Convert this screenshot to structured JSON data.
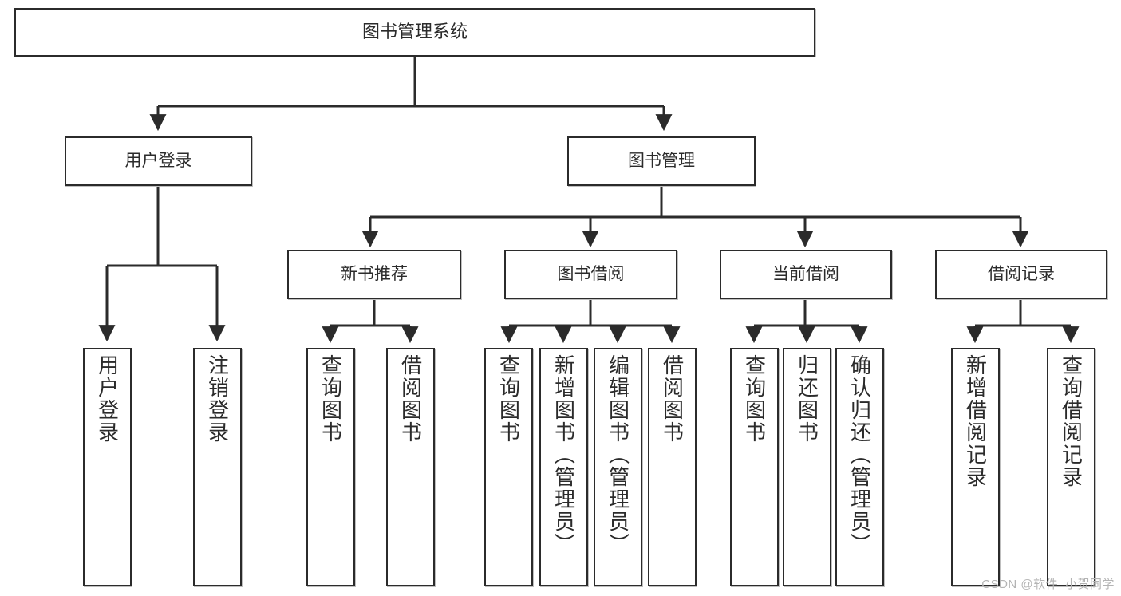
{
  "diagram": {
    "title": "图书管理系统",
    "type": "tree",
    "style": {
      "background": "#ffffff",
      "node_border": "#2b2b2b",
      "node_fill": "#ffffff",
      "connector": "#2b2b2b",
      "text": "#2b2b2b",
      "watermark": "#b4b4b4"
    },
    "root": {
      "id": "root",
      "label": "图书管理系统",
      "orientation": "horizontal"
    },
    "level1": [
      {
        "id": "user-login",
        "label": "用户登录",
        "orientation": "horizontal"
      },
      {
        "id": "book-management",
        "label": "图书管理",
        "orientation": "horizontal"
      }
    ],
    "level2": [
      {
        "id": "new-book-recommend",
        "label": "新书推荐",
        "parent": "book-management",
        "orientation": "horizontal"
      },
      {
        "id": "book-borrow",
        "label": "图书借阅",
        "parent": "book-management",
        "orientation": "horizontal"
      },
      {
        "id": "current-borrow",
        "label": "当前借阅",
        "parent": "book-management",
        "orientation": "horizontal"
      },
      {
        "id": "borrow-record",
        "label": "借阅记录",
        "parent": "book-management",
        "orientation": "horizontal"
      }
    ],
    "leaves": [
      {
        "id": "leaf-user-login",
        "label": "用户登录",
        "parent": "user-login",
        "orientation": "vertical"
      },
      {
        "id": "leaf-user-logout",
        "label": "注销登录",
        "parent": "user-login",
        "orientation": "vertical"
      },
      {
        "id": "leaf-query-book-1",
        "label": "查询图书",
        "parent": "new-book-recommend",
        "orientation": "vertical"
      },
      {
        "id": "leaf-borrow-book-1",
        "label": "借阅图书",
        "parent": "new-book-recommend",
        "orientation": "vertical"
      },
      {
        "id": "leaf-query-book-2",
        "label": "查询图书",
        "parent": "book-borrow",
        "orientation": "vertical"
      },
      {
        "id": "leaf-add-book",
        "label": "新增图书（管理员）",
        "parent": "book-borrow",
        "orientation": "vertical"
      },
      {
        "id": "leaf-edit-book",
        "label": "编辑图书（管理员）",
        "parent": "book-borrow",
        "orientation": "vertical"
      },
      {
        "id": "leaf-borrow-book-2",
        "label": "借阅图书",
        "parent": "book-borrow",
        "orientation": "vertical"
      },
      {
        "id": "leaf-query-book-3",
        "label": "查询图书",
        "parent": "current-borrow",
        "orientation": "vertical"
      },
      {
        "id": "leaf-return-book",
        "label": "归还图书",
        "parent": "current-borrow",
        "orientation": "vertical"
      },
      {
        "id": "leaf-confirm-return",
        "label": "确认归还（管理员）",
        "parent": "current-borrow",
        "orientation": "vertical"
      },
      {
        "id": "leaf-add-record",
        "label": "新增借阅记录",
        "parent": "borrow-record",
        "orientation": "vertical"
      },
      {
        "id": "leaf-query-record",
        "label": "查询借阅记录",
        "parent": "borrow-record",
        "orientation": "vertical"
      }
    ]
  },
  "watermark": {
    "text": "CSDN @软件_小贺同学"
  }
}
